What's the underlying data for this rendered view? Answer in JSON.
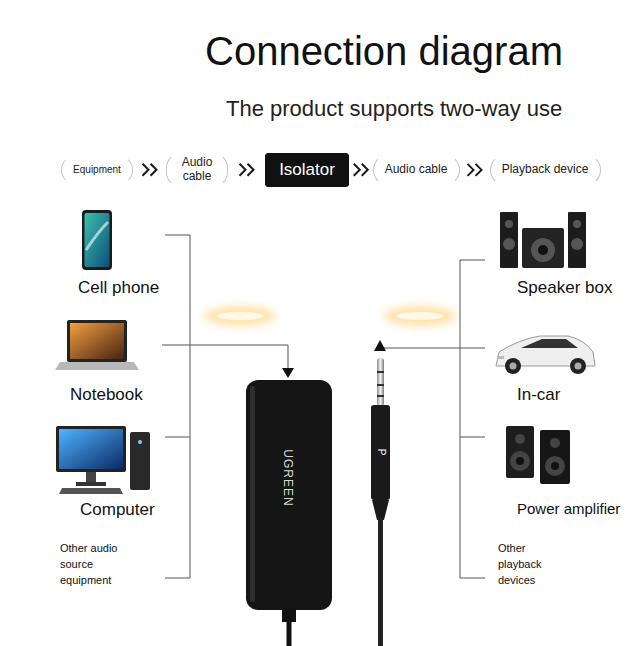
{
  "diagram": {
    "title": "Connection diagram",
    "nodes": [
      {
        "text": [
          "Equipment"
        ]
      },
      {
        "text": [
          "Audio cable"
        ]
      },
      {
        "text": [
          "Isolator"
        ]
      },
      {
        "text": [
          "Audio cable"
        ]
      },
      {
        "text": [
          "Playback device"
        ]
      }
    ],
    "edges": [
      {
        "from": 0,
        "to": 1,
        "arrow": "to"
      },
      {
        "from": 1,
        "to": 2,
        "arrow": "to"
      },
      {
        "from": 2,
        "to": 3,
        "arrow": "to"
      },
      {
        "from": 3,
        "to": 4,
        "arrow": "to"
      }
    ],
    "labels": [
      "The product supports two-way use",
      "Cell phone",
      "Notebook",
      "Computer",
      "Other audio source equipment",
      "Speaker box",
      "In-car",
      "Power amplifier",
      "Other playback devices",
      "UGREEN",
      "P"
    ]
  }
}
